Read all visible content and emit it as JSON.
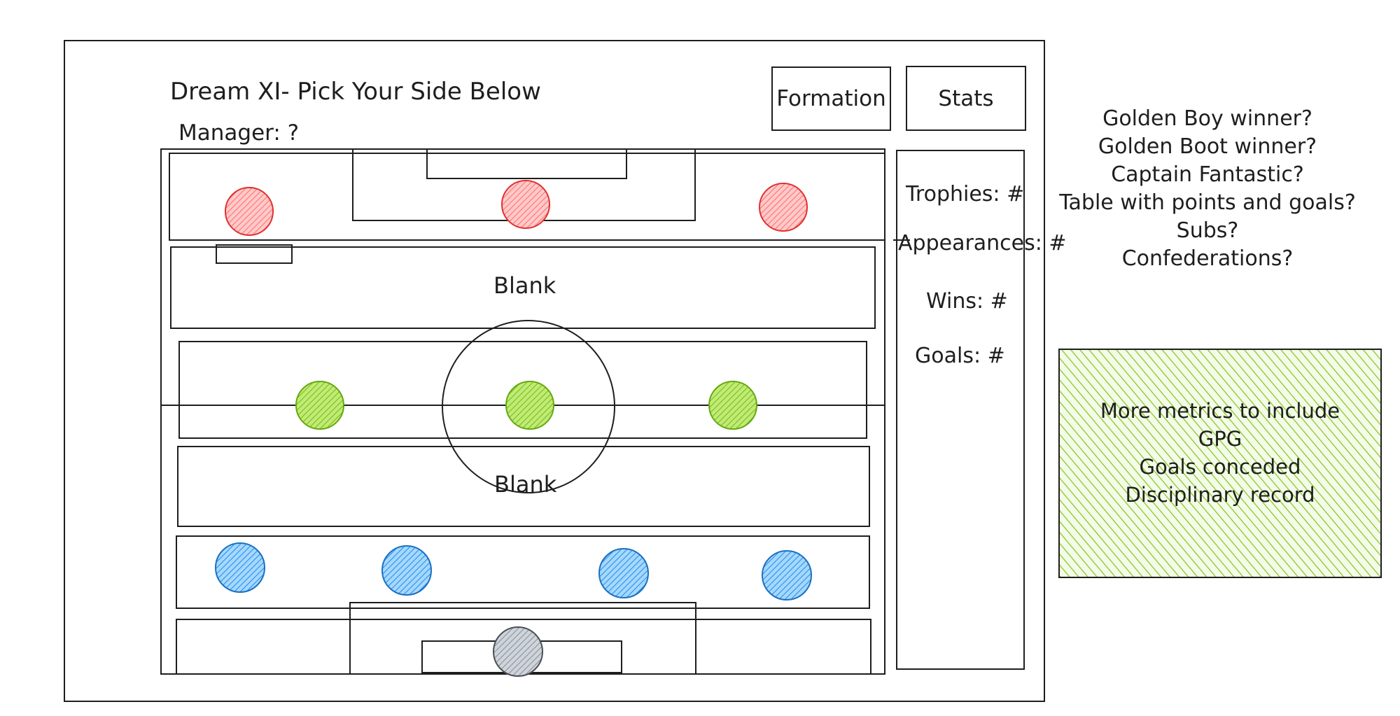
{
  "app": {
    "title": "Dream XI- Pick Your Side Below",
    "manager_label": "Manager: ?"
  },
  "toolbar": {
    "formation_label": "Formation",
    "stats_label": "Stats"
  },
  "pitch": {
    "blank_upper": "Blank",
    "blank_lower": "Blank",
    "rows": [
      {
        "role": "forwards",
        "color": "#ff8787",
        "players": 3
      },
      {
        "role": "midfielders",
        "color": "#82c91e",
        "players": 3
      },
      {
        "role": "defenders",
        "color": "#4dabf7",
        "players": 4
      },
      {
        "role": "goalkeeper",
        "color": "#868e96",
        "players": 1
      }
    ]
  },
  "stats_panel": {
    "trophies": "Trophies: #",
    "appearances": "Appearances: #",
    "wins": "Wins: #",
    "goals": "Goals: #"
  },
  "questions": [
    "Golden Boy winner?",
    "Golden Boot winner?",
    "Captain Fantastic?",
    "Table with points and goals?",
    "Subs?",
    "Confederations?"
  ],
  "metrics_note": {
    "lines": [
      "More metrics to include",
      "GPG",
      "Goals conceded",
      "Disciplinary record"
    ],
    "color": "#82c91e"
  }
}
